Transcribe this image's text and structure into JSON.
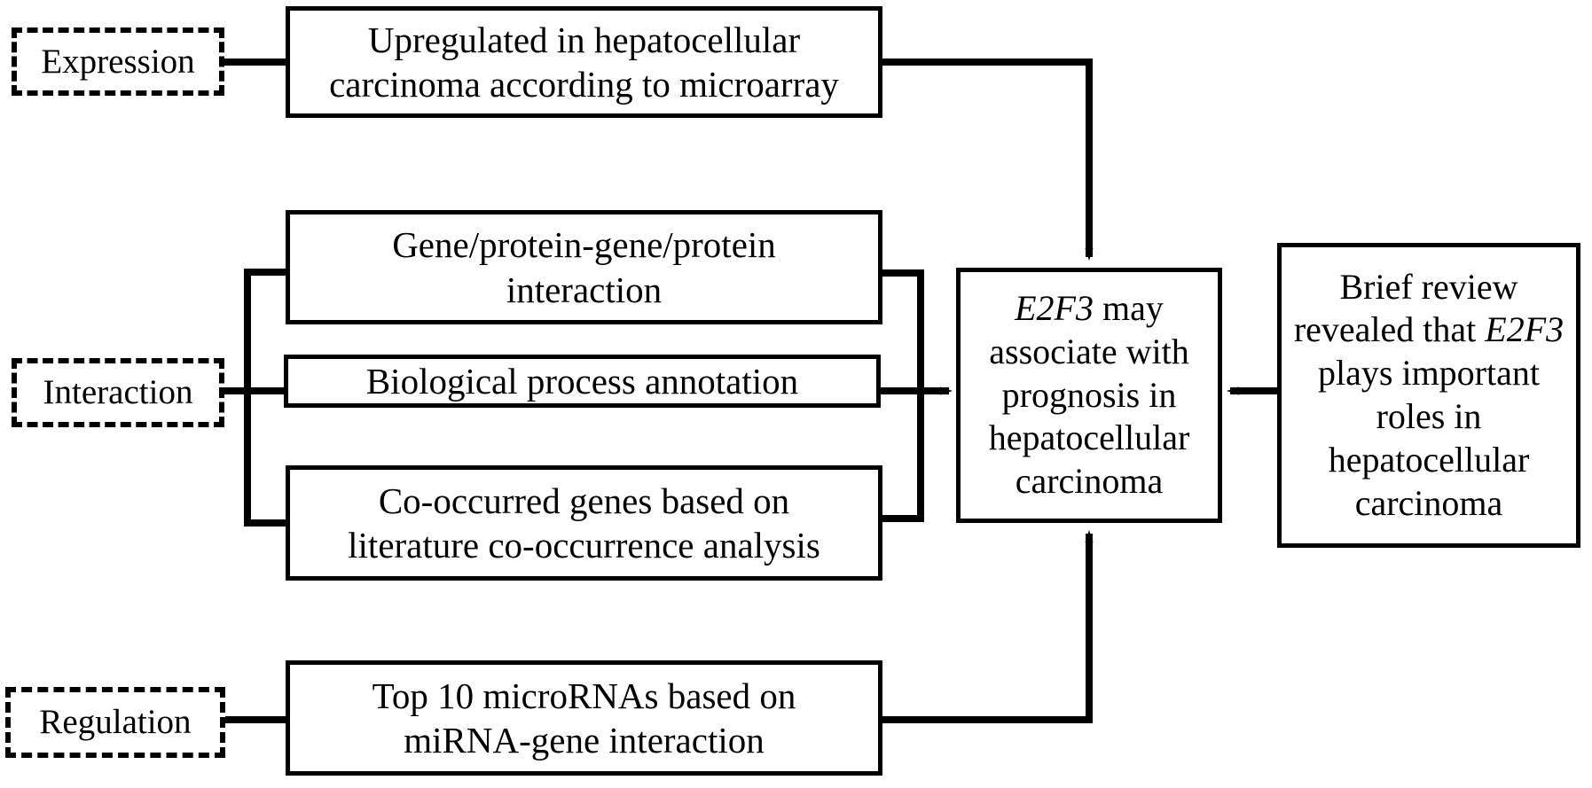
{
  "diagram": {
    "title": "E2F3 hepatocellular carcinoma evidence flow diagram",
    "type": "flowchart",
    "stroke_color": "#000000",
    "background_color": "#ffffff",
    "categories": [
      {
        "id": "expression",
        "label": "Expression",
        "style": "dashed"
      },
      {
        "id": "interaction",
        "label": "Interaction",
        "style": "dashed"
      },
      {
        "id": "regulation",
        "label": "Regulation",
        "style": "dashed"
      }
    ],
    "evidence_boxes": [
      {
        "id": "expression-evidence",
        "line1": "Upregulated in hepatocellular",
        "line2": "carcinoma according to microarray",
        "text": "Upregulated in hepatocellular\ncarcinoma according to microarray"
      },
      {
        "id": "ppi-evidence",
        "line1": "Gene/protein-gene/protein",
        "line2": "interaction",
        "text": "Gene/protein-gene/protein\ninteraction"
      },
      {
        "id": "bioprocess-evidence",
        "line1": "Biological process annotation",
        "line2": "",
        "text": "Biological process annotation"
      },
      {
        "id": "cooccurrence-evidence",
        "line1": "Co-occurred genes based on",
        "line2": "literature co-occurrence analysis",
        "text": "Co-occurred genes based on\nliterature co-occurrence analysis"
      },
      {
        "id": "mirna-evidence",
        "line1": "Top 10 microRNAs based on",
        "line2": "miRNA-gene interaction",
        "text": "Top 10 microRNAs based on\nmiRNA-gene interaction"
      }
    ],
    "conclusion": {
      "id": "conclusion-box",
      "gene": "E2F3",
      "rest": " may associate with prognosis in hepatocellular carcinoma",
      "full_text": "E2F3 may associate with prognosis in hepatocellular carcinoma"
    },
    "review": {
      "id": "review-box",
      "before_gene": "Brief review revealed that ",
      "gene": "E2F3",
      "after_gene": " plays important roles in hepatocellular carcinoma",
      "full_text": "Brief review revealed that E2F3 plays important roles in hepatocellular carcinoma"
    },
    "connectors": [
      {
        "from": "expression",
        "to": "expression-evidence",
        "arrow": false
      },
      {
        "from": "expression-evidence",
        "to": "conclusion-box",
        "arrow": true,
        "direction": "down"
      },
      {
        "from": "interaction",
        "to": "ppi-evidence",
        "arrow": false
      },
      {
        "from": "interaction",
        "to": "bioprocess-evidence",
        "arrow": false
      },
      {
        "from": "interaction",
        "to": "cooccurrence-evidence",
        "arrow": false
      },
      {
        "from": "interaction-group",
        "to": "conclusion-box",
        "arrow": true,
        "direction": "right"
      },
      {
        "from": "regulation",
        "to": "mirna-evidence",
        "arrow": false
      },
      {
        "from": "mirna-evidence",
        "to": "conclusion-box",
        "arrow": true,
        "direction": "up"
      },
      {
        "from": "review-box",
        "to": "conclusion-box",
        "arrow": true,
        "direction": "left"
      }
    ]
  }
}
